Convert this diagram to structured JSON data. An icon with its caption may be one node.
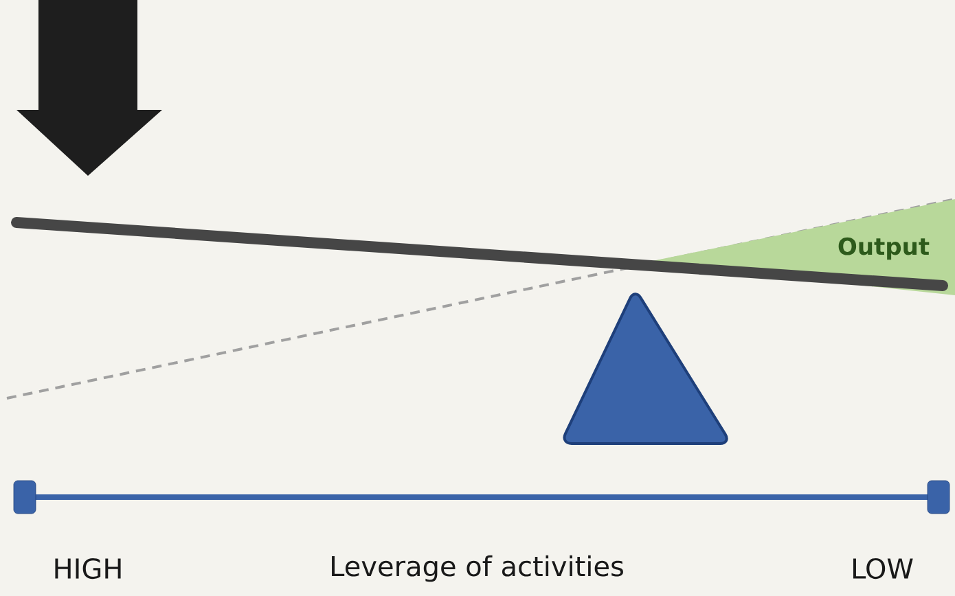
{
  "diagram": {
    "nodes": [
      {
        "text": [
          "Output"
        ]
      },
      {
        "text": [],
        "shape": "triangle"
      }
    ],
    "labels": [
      "HIGH",
      "Leverage of activities",
      "LOW"
    ]
  }
}
